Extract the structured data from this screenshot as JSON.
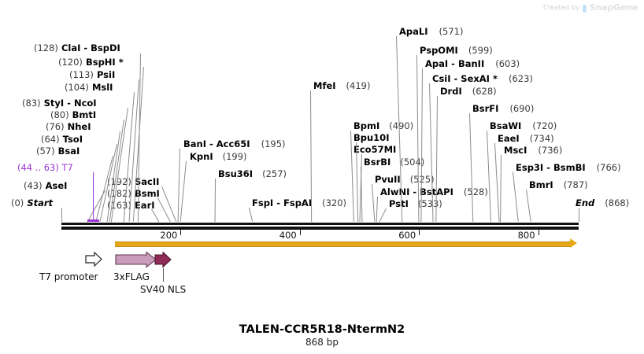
{
  "watermark": {
    "prefix": "Created by",
    "brand": "SnapGene",
    "logo_icon": "snapgene-logo-icon"
  },
  "title": "TALEN-CCR5R18-NtermN2",
  "subtitle": "868 bp",
  "sequence": {
    "length": 868,
    "start_label": "Start",
    "start_pos": "(0)",
    "end_label": "End",
    "end_pos": "(868)"
  },
  "colors": {
    "orf": "#e6a817",
    "t7_promoter": "#9b35d6",
    "flag_tag": "#c99bbd",
    "nls_tag": "#8e2b57",
    "leader": "#8c8c8c",
    "backbone": "#111111",
    "watermark": "#d8d8d8"
  },
  "ruler": {
    "ticks": [
      {
        "label": "200",
        "value": 200
      },
      {
        "label": "400",
        "value": 400
      },
      {
        "label": "600",
        "value": 600
      },
      {
        "label": "800",
        "value": 800
      }
    ]
  },
  "enzymes": [
    {
      "id": "clai-bspdi",
      "pos": "(128)",
      "name": "ClaI  -  BspDI",
      "pos_first": true
    },
    {
      "id": "bsphi",
      "pos": "(120)",
      "name": "BspHI *",
      "pos_first": true
    },
    {
      "id": "psii",
      "pos": "(113)",
      "name": "PsiI",
      "pos_first": true
    },
    {
      "id": "mslii",
      "pos": "(104)",
      "name": "MslI",
      "pos_first": true
    },
    {
      "id": "styi-ncoi",
      "pos": "(83)",
      "name": "StyI  -  NcoI",
      "pos_first": true
    },
    {
      "id": "bmti",
      "pos": "(80)",
      "name": "BmtI",
      "pos_first": true
    },
    {
      "id": "nhei",
      "pos": "(76)",
      "name": "NheI",
      "pos_first": true
    },
    {
      "id": "tsoi",
      "pos": "(64)",
      "name": "TsoI",
      "pos_first": true
    },
    {
      "id": "bsai",
      "pos": "(57)",
      "name": "BsaI",
      "pos_first": true
    },
    {
      "id": "asei",
      "pos": "(43)",
      "name": "AseI",
      "pos_first": true
    },
    {
      "id": "sacii",
      "pos": "(192)",
      "name": "SacII",
      "pos_first": true
    },
    {
      "id": "bsmi",
      "pos": "(182)",
      "name": "BsmI",
      "pos_first": true
    },
    {
      "id": "eari",
      "pos": "(163)",
      "name": "EarI",
      "pos_first": true
    },
    {
      "id": "bani-acc65i",
      "pos": "(195)",
      "name": "BanI  -  Acc65I",
      "pos_first": false
    },
    {
      "id": "kpni",
      "pos": "(199)",
      "name": "KpnI",
      "pos_first": false
    },
    {
      "id": "bsu36i",
      "pos": "(257)",
      "name": "Bsu36I",
      "pos_first": false
    },
    {
      "id": "fspi-fspai",
      "pos": "(320)",
      "name": "FspI  -  FspAI",
      "pos_first": false
    },
    {
      "id": "mfei",
      "pos": "(419)",
      "name": "MfeI",
      "pos_first": false
    },
    {
      "id": "bpmi",
      "pos": "(490)",
      "name": "BpmI",
      "pos_first": false
    },
    {
      "id": "bpu10i",
      "pos": "",
      "name": "Bpu10I",
      "pos_first": false
    },
    {
      "id": "eco57mi",
      "pos": "",
      "name": "Eco57MI",
      "pos_first": false
    },
    {
      "id": "bsrbi",
      "pos": "(504)",
      "name": "BsrBI",
      "pos_first": false
    },
    {
      "id": "pvuii",
      "pos": "(525)",
      "name": "PvuII",
      "pos_first": false
    },
    {
      "id": "alwni-bstapi",
      "pos": "(528)",
      "name": "AlwNI  -  BstAPI",
      "pos_first": false
    },
    {
      "id": "psti",
      "pos": "(533)",
      "name": "PstI",
      "pos_first": false
    },
    {
      "id": "apali",
      "pos": "(571)",
      "name": "ApaLI",
      "pos_first": false
    },
    {
      "id": "pspomi",
      "pos": "(599)",
      "name": "PspOMI",
      "pos_first": false
    },
    {
      "id": "apai-banii",
      "pos": "(603)",
      "name": "ApaI  -  BanII",
      "pos_first": false
    },
    {
      "id": "csii-sexai",
      "pos": "(623)",
      "name": "CsiI  -  SexAI *",
      "pos_first": false
    },
    {
      "id": "drdi",
      "pos": "(628)",
      "name": "DrdI",
      "pos_first": false
    },
    {
      "id": "bsrfi",
      "pos": "(690)",
      "name": "BsrFI",
      "pos_first": false
    },
    {
      "id": "bsawi",
      "pos": "(720)",
      "name": "BsaWI",
      "pos_first": false
    },
    {
      "id": "eaei",
      "pos": "(734)",
      "name": "EaeI",
      "pos_first": false
    },
    {
      "id": "msci",
      "pos": "(736)",
      "name": "MscI",
      "pos_first": false
    },
    {
      "id": "esp3i-bsmbi",
      "pos": "(766)",
      "name": "Esp3I  -  BsmBI",
      "pos_first": false
    },
    {
      "id": "bmri",
      "pos": "(787)",
      "name": "BmrI",
      "pos_first": false
    }
  ],
  "t7": {
    "range_label": "(44 .. 63)",
    "name": "T7"
  },
  "features": [
    {
      "id": "t7-promoter",
      "label": "T7 promoter",
      "icon": "hollow-arrow-icon"
    },
    {
      "id": "3xflag",
      "label": "3xFLAG",
      "icon": "filled-arrow-icon"
    },
    {
      "id": "sv40-nls",
      "label": "SV40 NLS",
      "icon": "filled-arrow-icon"
    }
  ]
}
